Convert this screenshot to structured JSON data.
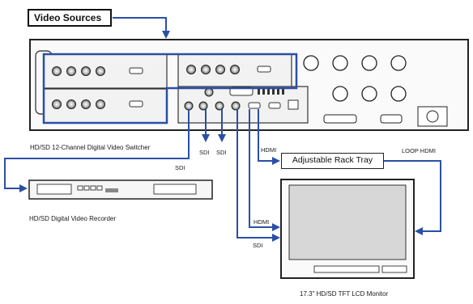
{
  "diagram": {
    "sources_label": "Video Sources",
    "switcher_label": "HD/SD 12-Channel Digital Video Switcher",
    "recorder_label": "HD/SD Digital Video Recorder",
    "monitor_label": "17.3\" HD/SD TFT LCD Monitor",
    "tray_label": "Adjustable Rack Tray",
    "connections": {
      "sdi_recorder": "SDI",
      "sdi_left": "SDI",
      "sdi_right": "SDI",
      "hdmi_tray": "HDMI",
      "loop_hdmi": "LOOP HDMI",
      "hdmi_monitor": "HDMI",
      "sdi_monitor": "SDI"
    },
    "colors": {
      "arrow": "#2a4fa6",
      "device": "#2b2b2b",
      "panel": "#f4f4f4"
    }
  }
}
